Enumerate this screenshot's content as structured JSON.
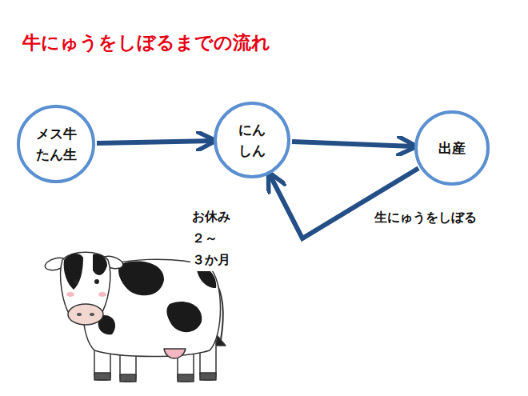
{
  "diagram": {
    "title": "牛にゅうをしぼるまでの流れ",
    "nodes": [
      {
        "text": [
          "メス牛 たん生"
        ]
      },
      {
        "text": [
          "にん しん"
        ]
      },
      {
        "text": [
          "出産"
        ]
      }
    ],
    "edges": [
      {
        "from": 0,
        "to": 1,
        "arrow": "to"
      },
      {
        "from": 1,
        "to": 2,
        "arrow": "to"
      },
      {
        "from": 2,
        "to": 1,
        "label": "生にゅうをしぼる",
        "arrow": "to"
      }
    ],
    "labels": [
      "お休み ２～３か月"
    ]
  }
}
